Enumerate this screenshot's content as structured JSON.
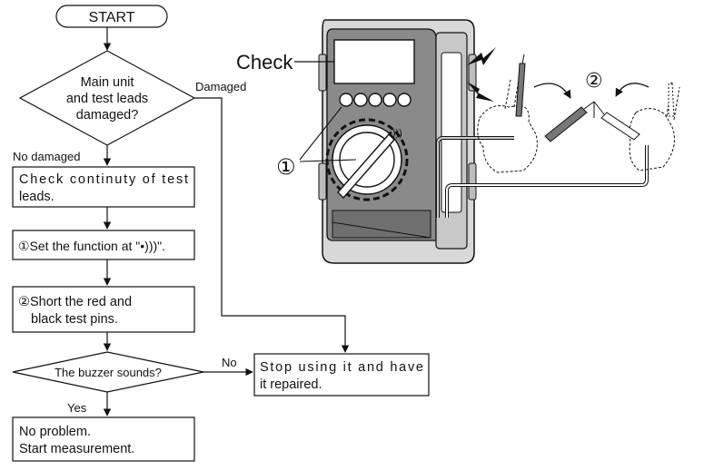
{
  "flow": {
    "start": "START",
    "q1": [
      "Main unit",
      "and test leads",
      "damaged?"
    ],
    "q1_no": "No damaged",
    "q1_yes": "Damaged",
    "step1": [
      "Check continuty of test",
      "leads."
    ],
    "step2": "①Set the function at \"•)))\".",
    "step3": [
      "②Short the red and",
      "black test pins."
    ],
    "q2": "The buzzer sounds?",
    "q2_yes": "Yes",
    "q2_no": "No",
    "end_ok": [
      "No problem.",
      "Start measurement."
    ],
    "end_bad": [
      "Stop using it and have",
      "it repaired."
    ]
  },
  "illustration": {
    "check_label": "Check",
    "marker1": "①",
    "marker2": "②",
    "continuity_symbol": "•)))"
  },
  "icons": [
    "arrow-down-icon",
    "lightning-icon",
    "curved-arrow-icon",
    "hand-icon",
    "test-probe-icon"
  ]
}
